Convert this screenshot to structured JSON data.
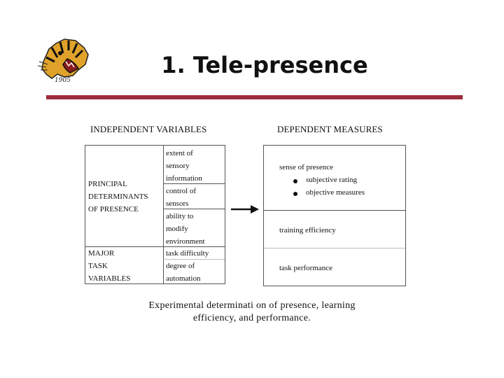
{
  "logo": {
    "icon": "tiger-head-icon",
    "year": "1905"
  },
  "title": "1. Tele-presence",
  "rule_color": "#9b2d3c",
  "headers": {
    "left": "INDEPENDENT VARIABLES",
    "right": "DEPENDENT MEASURES"
  },
  "left_table": {
    "group1": [
      "PRINCIPAL",
      "DETERMINANTS",
      "OF PRESENCE"
    ],
    "group1_items": [
      [
        "extent of",
        "sensory",
        "information"
      ],
      [
        "control of",
        "sensors"
      ],
      [
        "ability to",
        "modify",
        "environment"
      ]
    ],
    "group2": [
      "MAJOR",
      "TASK",
      "VARIABLES"
    ],
    "group2_items": [
      [
        "task difficulty"
      ],
      [
        "degree of",
        "automation"
      ]
    ]
  },
  "right_table": {
    "presence_title": "sense of presence",
    "presence_items": [
      "subjective rating",
      "objective measures"
    ],
    "training": "training efficiency",
    "performance": "task performance"
  },
  "caption": [
    "Experimental determinati on of presence, learning",
    "efficiency, and performance."
  ]
}
